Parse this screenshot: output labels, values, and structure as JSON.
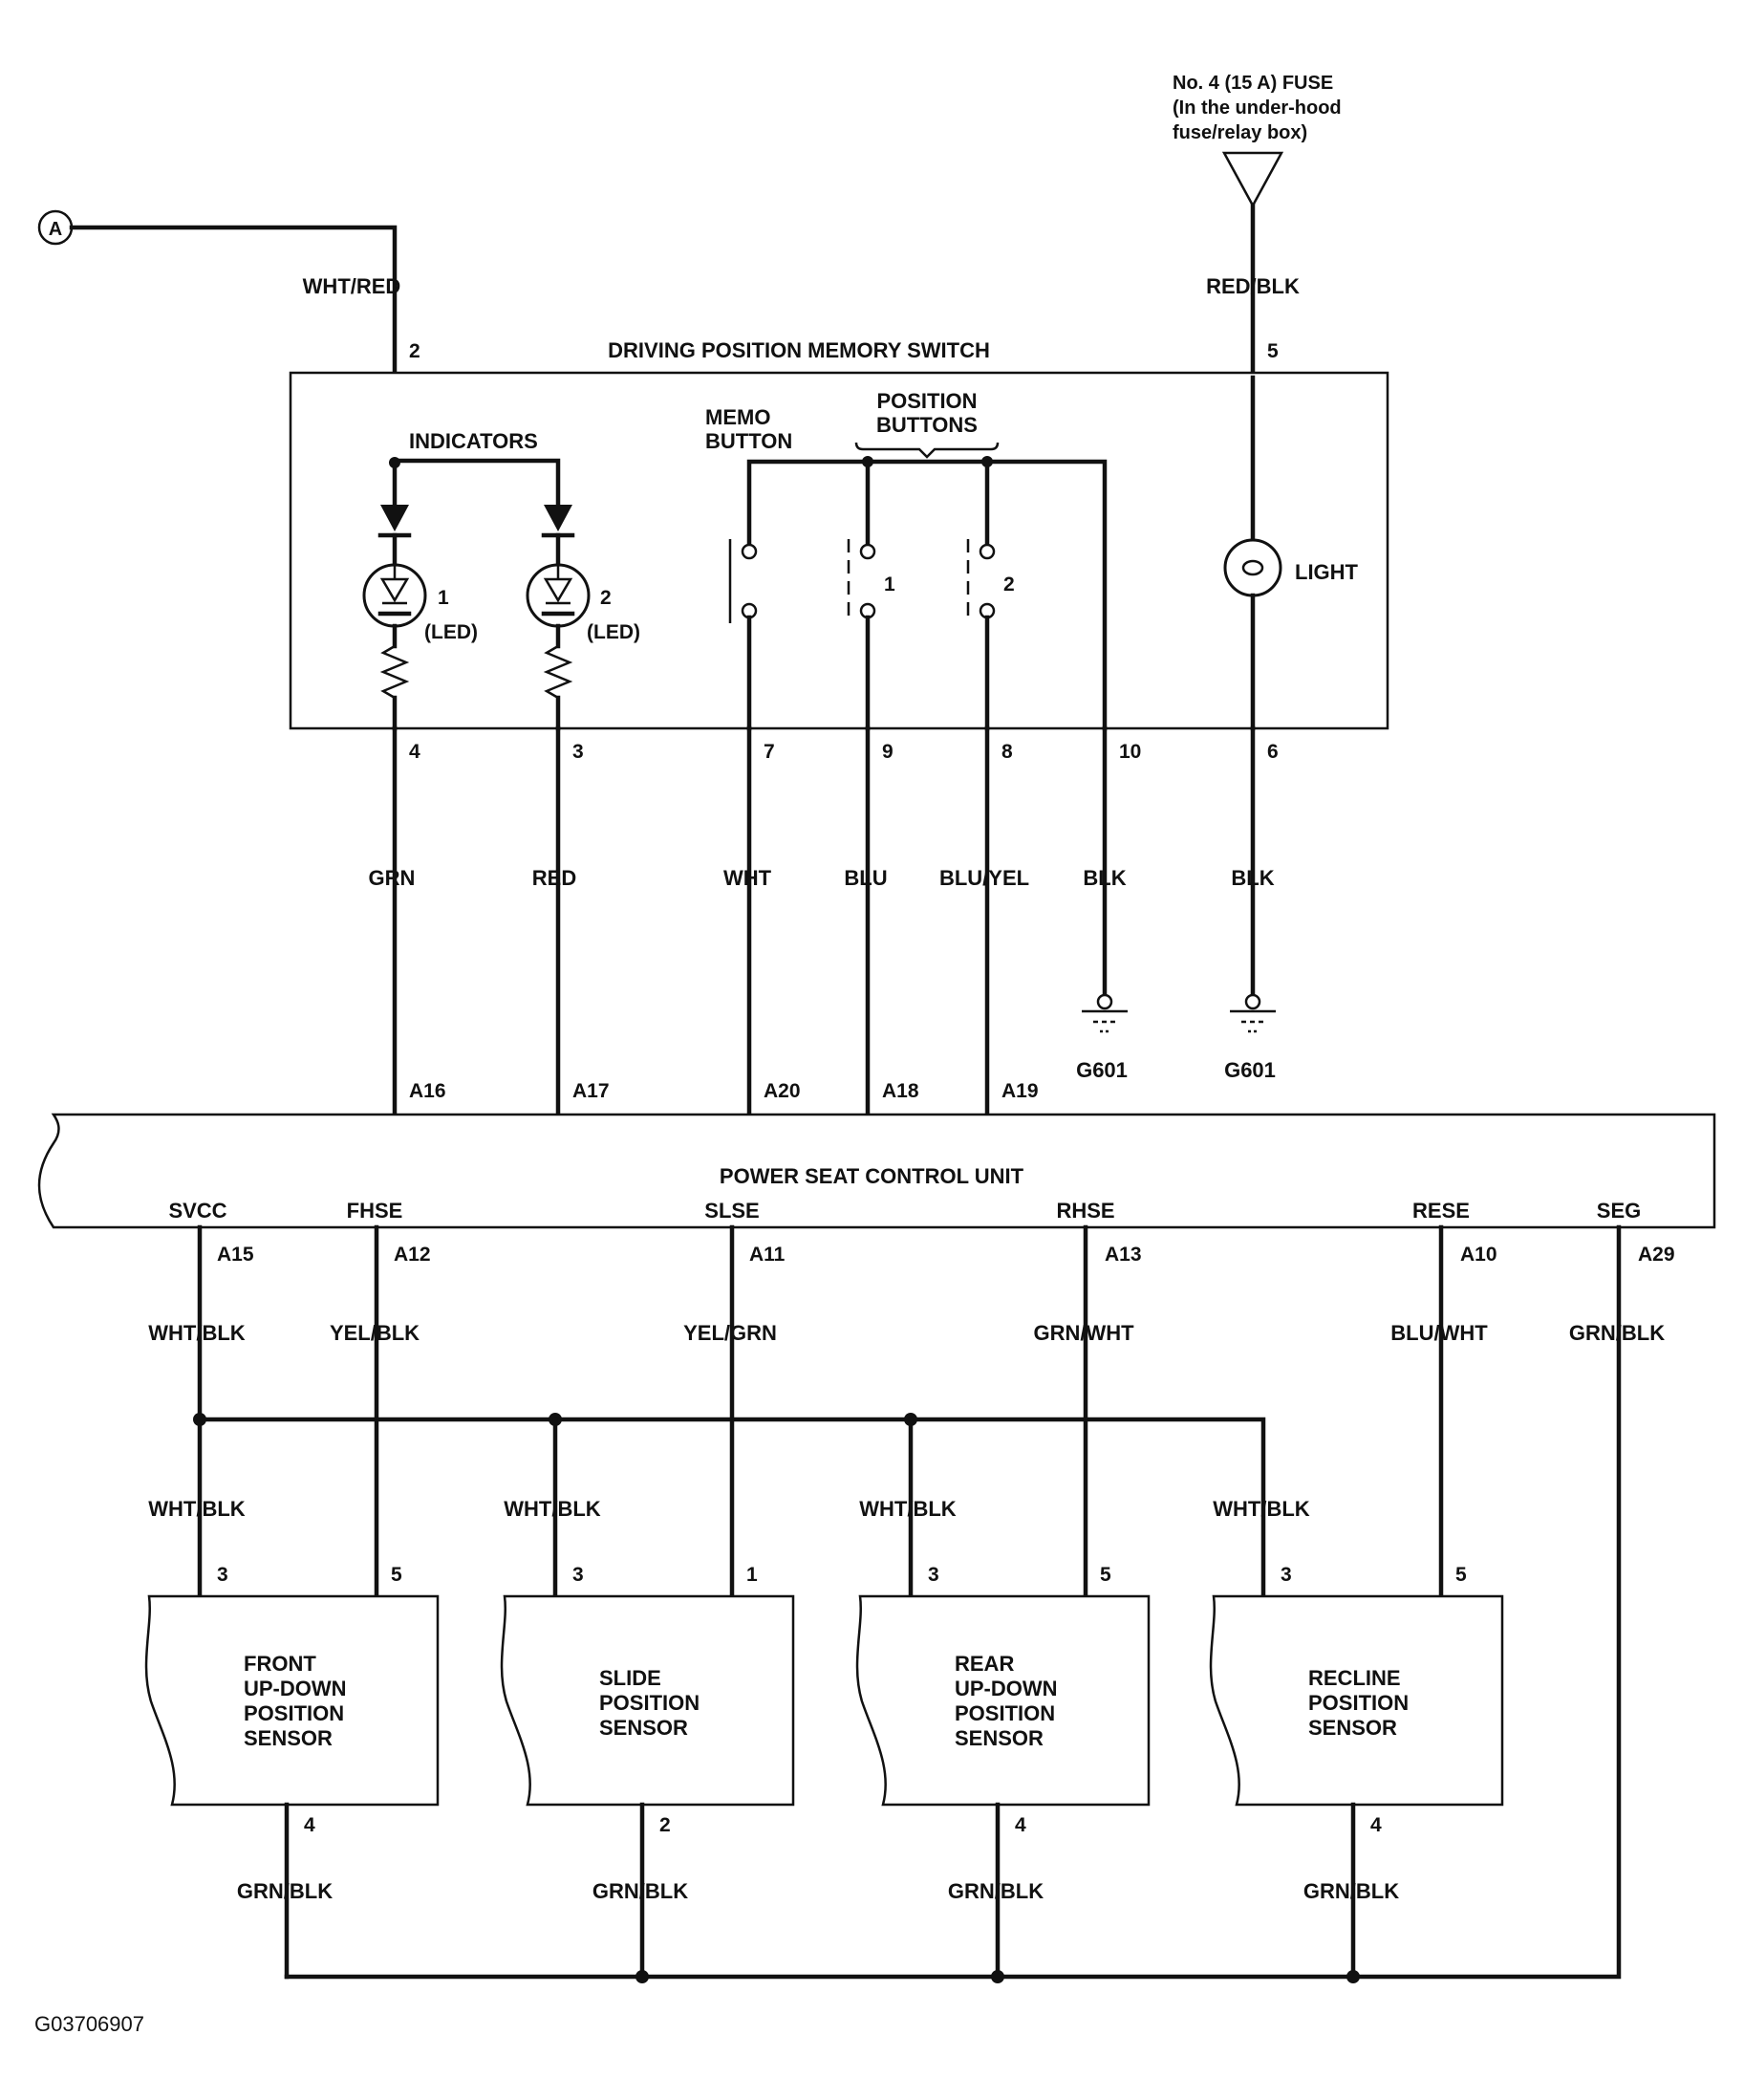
{
  "connector_ref": "A",
  "fuse": {
    "line1": "No. 4 (15 A) FUSE",
    "line2": "(In the under-hood",
    "line3": "fuse/relay box)"
  },
  "switch": {
    "title": "DRIVING POSITION MEMORY SWITCH",
    "indicators_label": "INDICATORS",
    "memo_label_1": "MEMO",
    "memo_label_2": "BUTTON",
    "position_label_1": "POSITION",
    "position_label_2": "BUTTONS",
    "led1_num": "1",
    "led1_type": "(LED)",
    "led2_num": "2",
    "led2_type": "(LED)",
    "btn1_num": "1",
    "btn2_num": "2",
    "light_label": "LIGHT",
    "pin_top_left": "2",
    "pin_top_right": "5",
    "pins_bottom": [
      "4",
      "3",
      "7",
      "9",
      "8",
      "10",
      "6"
    ]
  },
  "wires_top": {
    "a_wire": "WHT/RED",
    "fuse_wire": "RED/BLK",
    "mid": [
      "GRN",
      "RED",
      "WHT",
      "BLU",
      "BLU/YEL",
      "BLK",
      "BLK"
    ]
  },
  "grounds": [
    "G601",
    "G601"
  ],
  "pscu": {
    "title": "POWER SEAT CONTROL UNIT",
    "top_pins": [
      "A16",
      "A17",
      "A20",
      "A18",
      "A19"
    ],
    "signals": [
      "SVCC",
      "FHSE",
      "SLSE",
      "RHSE",
      "RESE",
      "SEG"
    ],
    "bottom_pins": [
      "A15",
      "A12",
      "A11",
      "A13",
      "A10",
      "A29"
    ]
  },
  "wires_bottom": {
    "upper": [
      "WHT/BLK",
      "YEL/BLK",
      "YEL/GRN",
      "GRN/WHT",
      "BLU/WHT",
      "GRN/BLK"
    ],
    "branch": [
      "WHT/BLK",
      "WHT/BLK",
      "WHT/BLK",
      "WHT/BLK"
    ],
    "ground": [
      "GRN/BLK",
      "GRN/BLK",
      "GRN/BLK",
      "GRN/BLK"
    ]
  },
  "sensors": [
    {
      "lines": [
        "FRONT",
        "UP-DOWN",
        "POSITION",
        "SENSOR"
      ],
      "pin_left": "3",
      "pin_right": "5",
      "pin_bottom": "4"
    },
    {
      "lines": [
        "SLIDE",
        "POSITION",
        "SENSOR",
        ""
      ],
      "pin_left": "3",
      "pin_right": "1",
      "pin_bottom": "2"
    },
    {
      "lines": [
        "REAR",
        "UP-DOWN",
        "POSITION",
        "SENSOR"
      ],
      "pin_left": "3",
      "pin_right": "5",
      "pin_bottom": "4"
    },
    {
      "lines": [
        "RECLINE",
        "POSITION",
        "SENSOR",
        ""
      ],
      "pin_left": "3",
      "pin_right": "5",
      "pin_bottom": "4"
    }
  ],
  "figure_id": "G03706907"
}
